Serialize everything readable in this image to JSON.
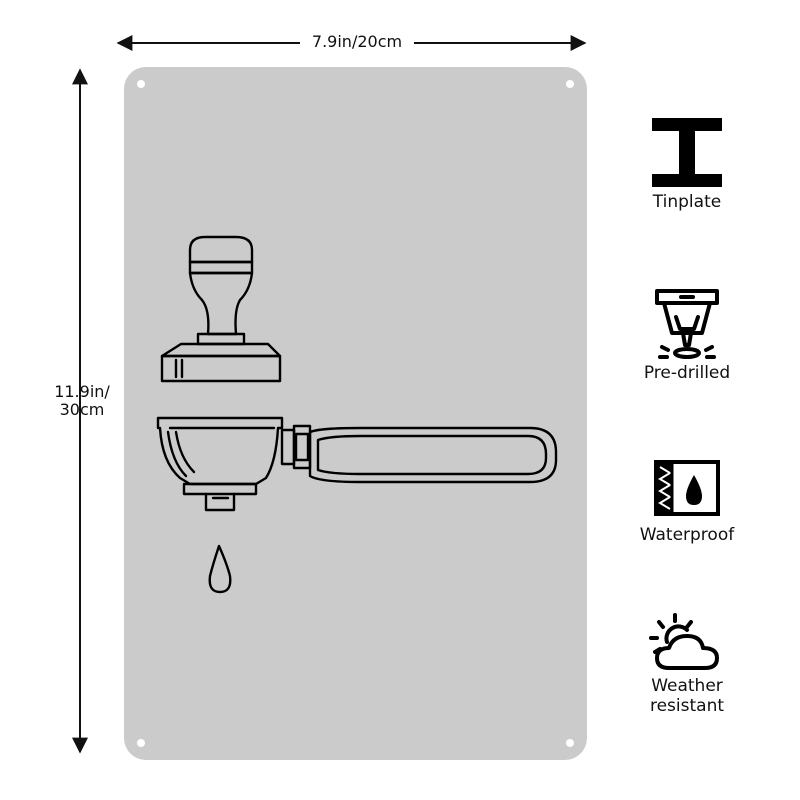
{
  "dimensions": {
    "width_label": "7.9in/20cm",
    "height_label_line1": "11.9in/",
    "height_label_line2": "30cm"
  },
  "sign": {
    "color": "#cbcbcb",
    "artwork": "espresso-tamper-portafilter-drip"
  },
  "features": [
    {
      "icon": "i-beam-icon",
      "label": "Tinplate"
    },
    {
      "icon": "drill-icon",
      "label": "Pre-drilled"
    },
    {
      "icon": "water-drop-icon",
      "label": "Waterproof"
    },
    {
      "icon": "sun-cloud-icon",
      "label_line1": "Weather",
      "label_line2": "resistant"
    }
  ]
}
